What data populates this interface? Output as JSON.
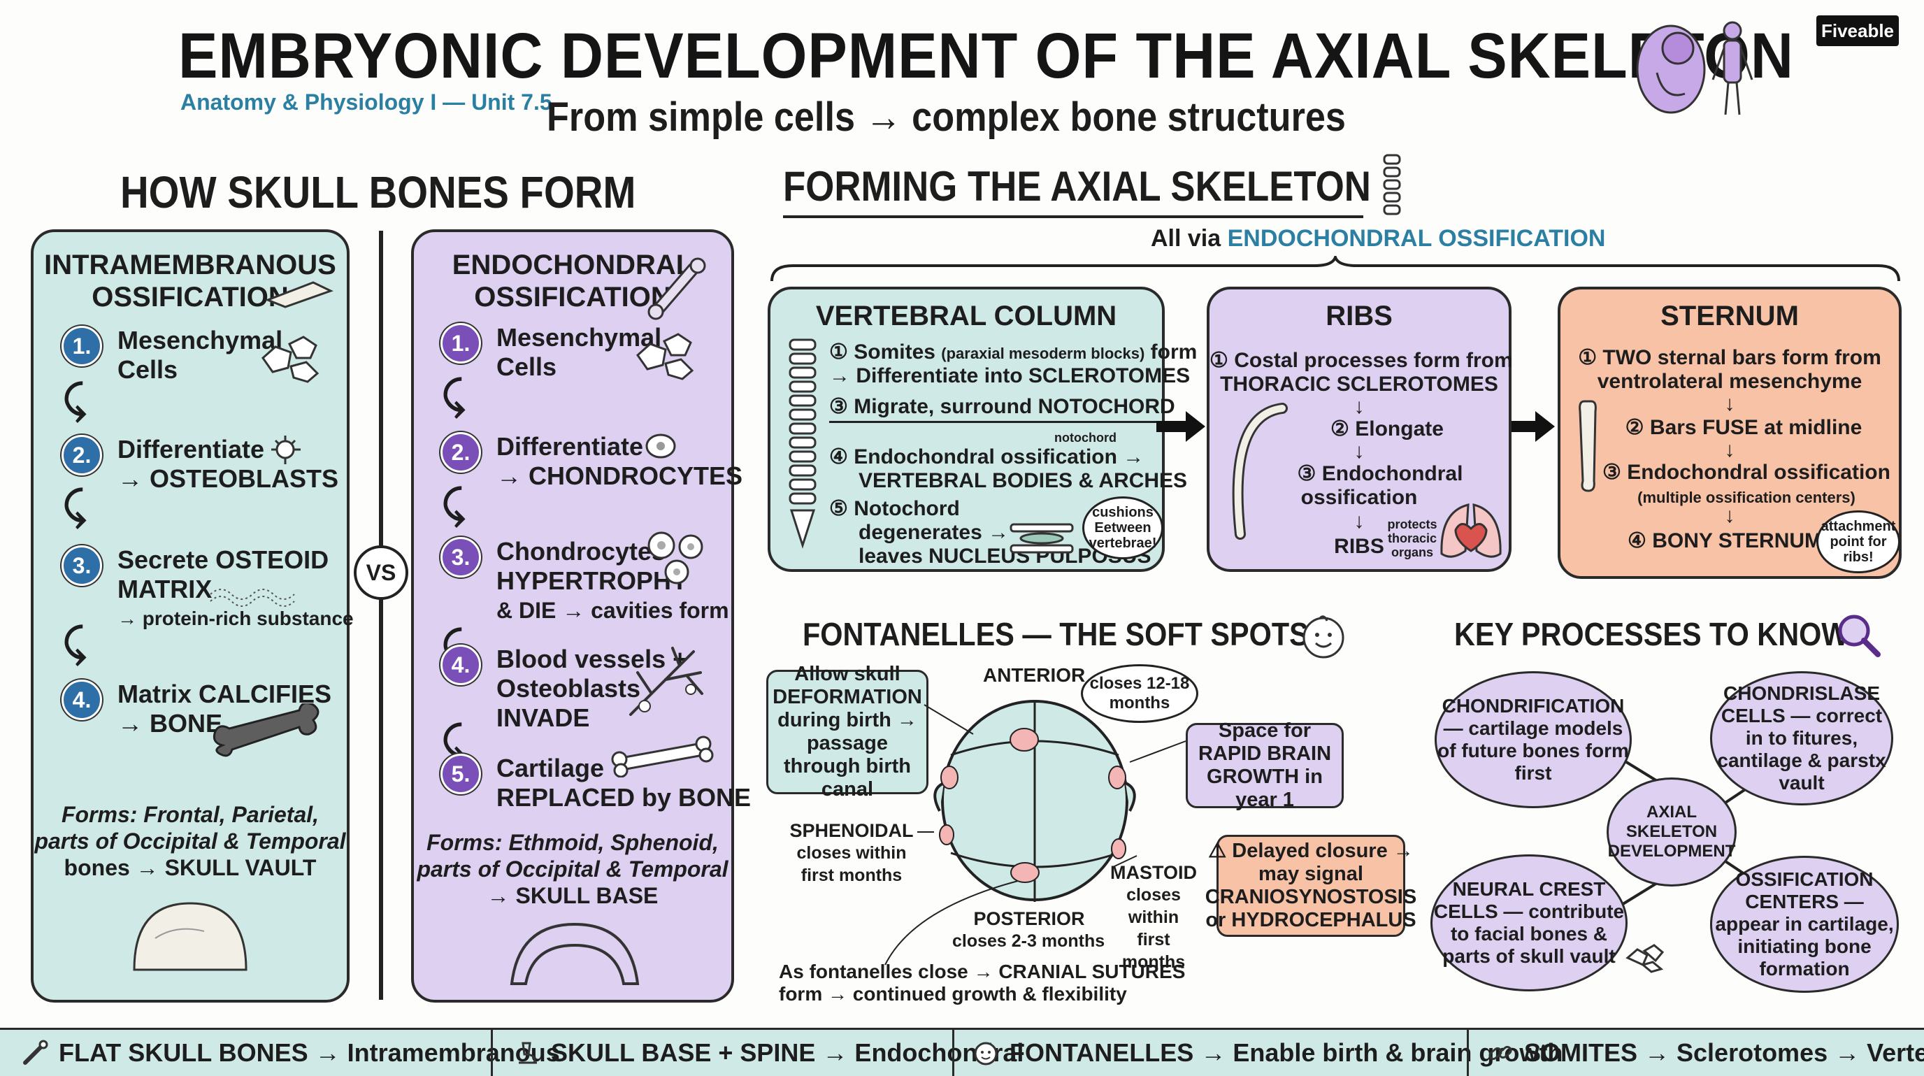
{
  "header": {
    "title": "EMBRYONIC DEVELOPMENT OF THE AXIAL SKELETON",
    "subtitle": "Anatomy & Physiology I — Unit 7.5",
    "tagline": "From simple cells → complex bone structures",
    "brand": "Fiveable"
  },
  "skull": {
    "title": "HOW SKULL BONES FORM",
    "vs": "VS",
    "intra": {
      "title_1": "INTRAMEMBRANOUS",
      "title_2": "OSSIFICATION",
      "steps": [
        {
          "num": "1.",
          "line1": "Mesenchymal",
          "line2": "Cells"
        },
        {
          "num": "2.",
          "line1": "Differentiate",
          "line2": "→ OSTEOBLASTS"
        },
        {
          "num": "3.",
          "line1": "Secrete OSTEOID",
          "line2": "MATRIX",
          "line3": "→ protein-rich substance"
        },
        {
          "num": "4.",
          "line1": "Matrix CALCIFIES",
          "line2": "→ BONE"
        }
      ],
      "forms_1": "Forms: Frontal, Parietal,",
      "forms_2": "parts of Occipital & Temporal",
      "forms_3": "bones → SKULL VAULT"
    },
    "endo": {
      "title_1": "ENDOCHONDRAL",
      "title_2": "OSSIFICATION",
      "steps": [
        {
          "num": "1.",
          "line1": "Mesenchymal",
          "line2": "Cells"
        },
        {
          "num": "2.",
          "line1": "Differentiate",
          "line2": "→ CHONDROCYTES"
        },
        {
          "num": "3.",
          "line1": "Chondrocytes",
          "line2": "HYPERTROPHY",
          "line3": "& DIE → cavities form"
        },
        {
          "num": "4.",
          "line1": "Blood vessels +",
          "line2": "Osteoblasts",
          "line3": "INVADE"
        },
        {
          "num": "5.",
          "line1": "Cartilage",
          "line2": "REPLACED by BONE"
        }
      ],
      "forms_1": "Forms: Ethmoid, Sphenoid,",
      "forms_2": "parts of Occipital & Temporal",
      "forms_3": "→ SKULL BASE"
    }
  },
  "axial": {
    "title": "FORMING THE AXIAL SKELETON",
    "via_prefix": "All via ",
    "via_highlight": "ENDOCHONDRAL OSSIFICATION",
    "vertebral": {
      "title": "VERTEBRAL COLUMN",
      "l1a": "① Somites ",
      "l1b": "(paraxial mesoderm blocks)",
      "l1c": " form",
      "l2": "→ Differentiate into SCLEROTOMES",
      "l3": "③ Migrate, surround NOTOCHORD",
      "l3note": "notochord",
      "l4": "④ Endochondral ossification →",
      "l5": "VERTEBRAL BODIES & ARCHES",
      "l6": "⑤ Notochord",
      "l7": "degenerates →",
      "l8": "leaves NUCLEUS PULPOSUS",
      "bubble": "cushions Eetween vertebrae!"
    },
    "ribs": {
      "title": "RIBS",
      "l1": "① Costal processes form from",
      "l2": "THORACIC SCLEROTOMES",
      "l3": "② Elongate",
      "l4": "③ Endochondral",
      "l5": "ossification",
      "l6": "RIBS",
      "note": "protects thoracic organs"
    },
    "sternum": {
      "title": "STERNUM",
      "l1": "① TWO sternal bars form from",
      "l2": "ventrolateral mesenchyme",
      "l3": "② Bars FUSE at midline",
      "l4": "③ Endochondral ossification",
      "l5": "(multiple ossification centers)",
      "l6": "④ BONY STERNUM",
      "bubble": "attachment point for ribs!"
    }
  },
  "fontanelles": {
    "title": "FONTANELLES — THE SOFT SPOTS",
    "deform": "Allow skull DEFORMATION during birth → passage through birth canal",
    "anterior": "ANTERIOR",
    "anterior_note": "closes 12-18 months",
    "brain": "Space for RAPID BRAIN GROWTH in year 1",
    "sphenoidal_1": "SPHENOIDAL",
    "sphenoidal_2": "closes within",
    "sphenoidal_3": "first months",
    "mastoid_1": "MASTOID",
    "mastoid_2": "closes within",
    "mastoid_3": "first months",
    "posterior_1": "POSTERIOR",
    "posterior_2": "closes 2-3 months",
    "delayed": "⚠ Delayed closure → may signal CRANIOSYNOSTOSIS or HYDROCEPHALUS",
    "sutures_1": "As fontanelles close → CRANIAL SUTURES",
    "sutures_2": "form → continued growth & flexibility"
  },
  "key": {
    "title": "KEY PROCESSES TO KNOW",
    "center": "AXIAL SKELETON DEVELOPMENT",
    "chondrification": "CHONDRIFICATION — cartilage models of future bones form first",
    "chondro_cells": "CHONDRISLASE CELLS — correct in to fitures, cantilage & parstx vault",
    "neural": "NEURAL CREST CELLS — contribute to facial bones & parts of skull vault",
    "ossification": "OSSIFICATION CENTERS — appear in cartilage, initiating bone formation"
  },
  "footer": [
    {
      "text": "FLAT SKULL BONES → Intramembranous",
      "icon": "bone-tool-icon"
    },
    {
      "text": "SKULL BASE + SPINE → Endochondral",
      "icon": "microscope-icon"
    },
    {
      "text": "FONTANELLES → Enable birth & brain growth",
      "icon": "baby-face-icon"
    },
    {
      "text": "SOMITES → Sclerotomes → Vertebrae",
      "icon": "chain-link-icon"
    }
  ],
  "colors": {
    "teal": "#cfe9e6",
    "lavender": "#ddd0f0",
    "peach": "#f7c2a6",
    "blue_number": "#2e6fa8",
    "purple_number": "#7a4fb8",
    "accent_blue": "#2b7fa3"
  }
}
